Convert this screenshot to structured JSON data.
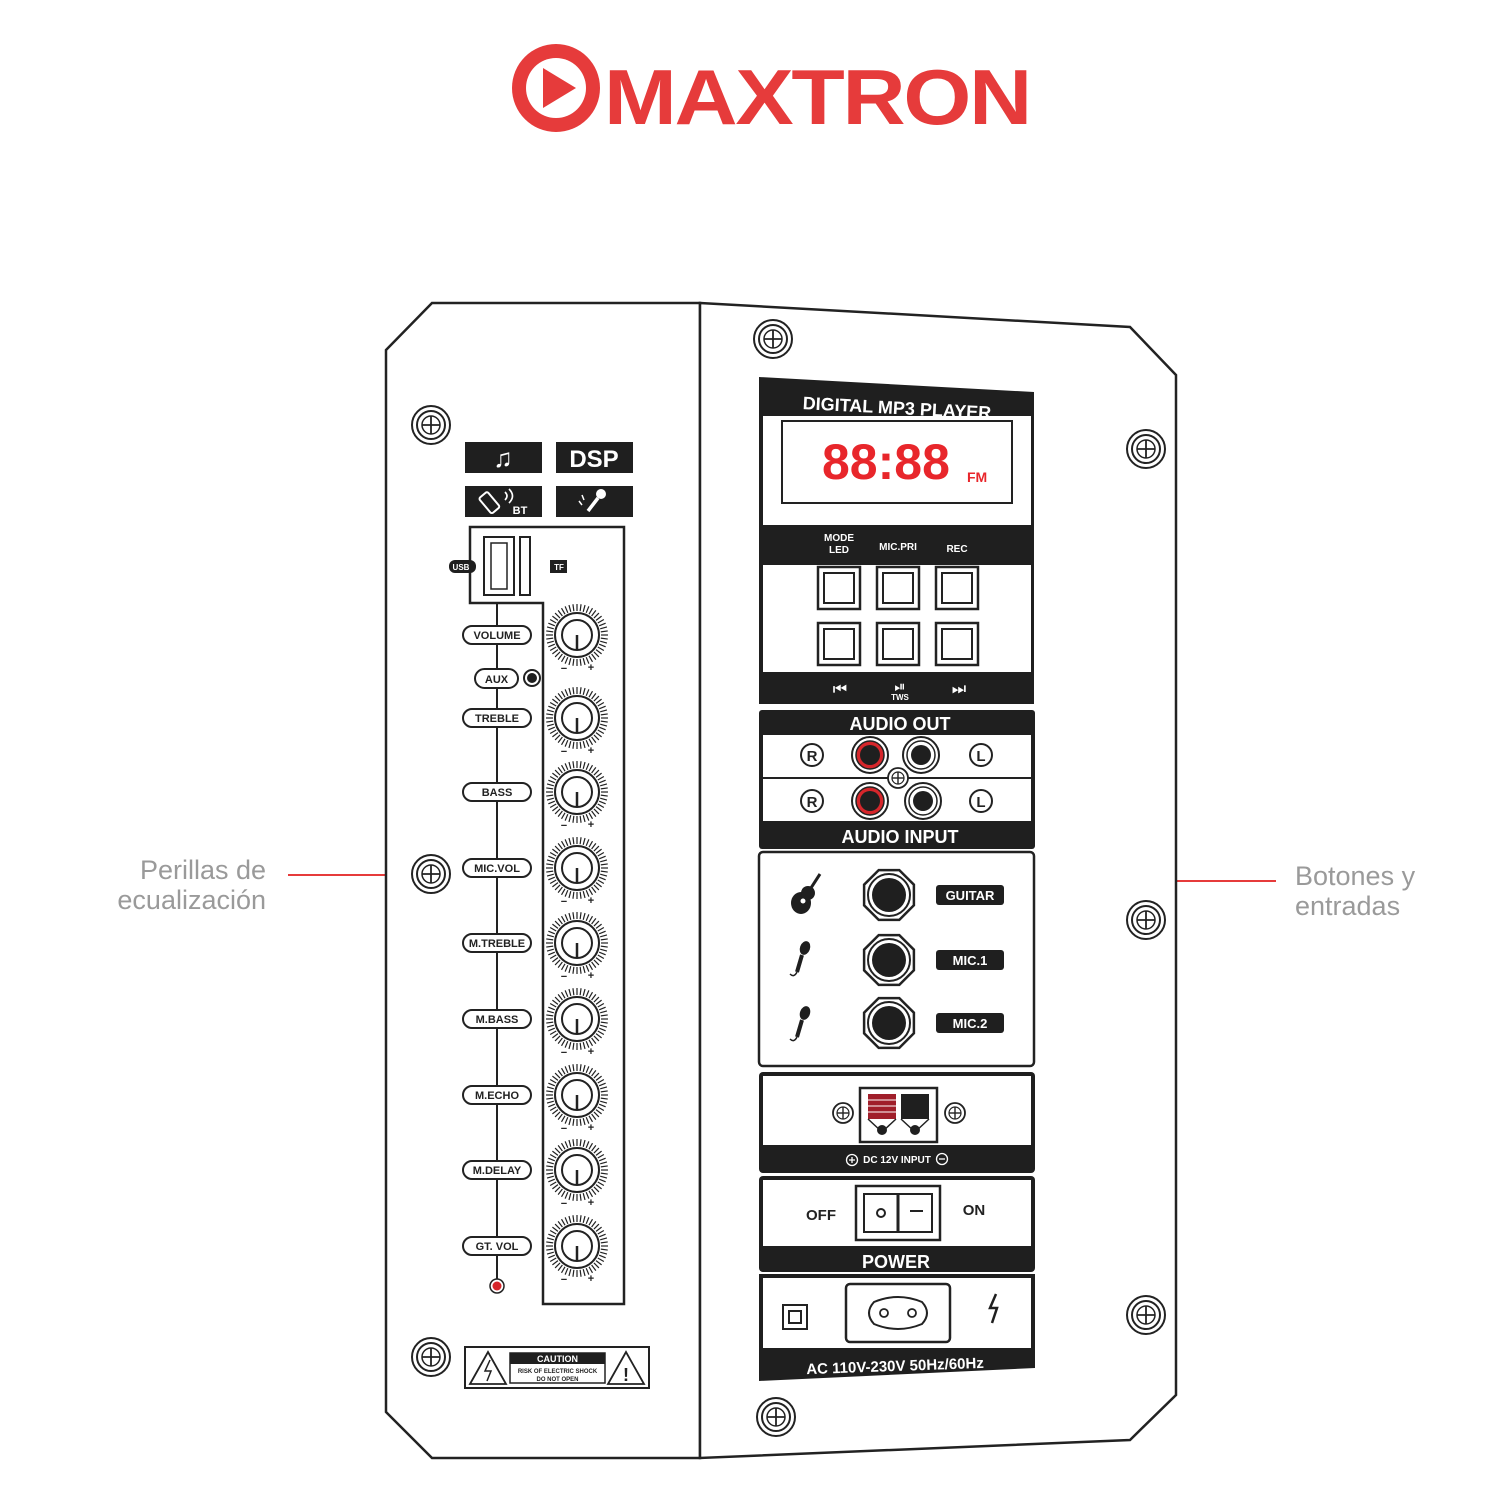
{
  "brand": {
    "name": "MAXTRON",
    "color": "#e63b3b"
  },
  "callouts": {
    "left": {
      "line1": "Perillas de",
      "line2": "ecualización"
    },
    "right": {
      "line1": "Botones y",
      "line2": "entradas"
    }
  },
  "left_panel": {
    "mode_icons": [
      "music-note-icon",
      "dsp-badge",
      "bluetooth-phone-icon",
      "karaoke-mic-icon"
    ],
    "dsp_label": "DSP",
    "bt_label": "BT",
    "usb_label": "USB",
    "tf_label": "TF",
    "aux_label": "AUX",
    "knobs": [
      {
        "label": "VOLUME"
      },
      {
        "label": "TREBLE"
      },
      {
        "label": "BASS"
      },
      {
        "label": "MIC.VOL"
      },
      {
        "label": "M.TREBLE"
      },
      {
        "label": "M.BASS"
      },
      {
        "label": "M.ECHO"
      },
      {
        "label": "M.DELAY"
      },
      {
        "label": "GT. VOL"
      }
    ],
    "knob_minus": "−",
    "knob_plus": "+",
    "caution": {
      "title": "CAUTION",
      "line1": "RISK OF ELECTRIC SHOCK",
      "line2": "DO NOT OPEN"
    }
  },
  "right_panel": {
    "player_title": "DIGITAL MP3 PLAYER",
    "display": {
      "digits": "88:88",
      "band": "FM",
      "color": "#e8262b"
    },
    "top_buttons": [
      {
        "line1": "MODE",
        "line2": "LED"
      },
      {
        "line1": "MIC.PRI",
        "line2": ""
      },
      {
        "line1": "REC",
        "line2": ""
      }
    ],
    "transport": {
      "prev": "⏮",
      "play": "⏯",
      "tws": "TWS",
      "next": "⏭"
    },
    "audio_out": "AUDIO OUT",
    "audio_input": "AUDIO INPUT",
    "r_label": "R",
    "l_label": "L",
    "inputs": [
      {
        "label": "GUITAR",
        "icon": "guitar-icon"
      },
      {
        "label": "MIC.1",
        "icon": "microphone-icon"
      },
      {
        "label": "MIC.2",
        "icon": "microphone-icon"
      }
    ],
    "dc_input": "DC 12V INPUT",
    "power": {
      "off": "OFF",
      "on": "ON",
      "label": "POWER"
    },
    "ac_label": "AC 110V-230V 50Hz/60Hz"
  }
}
